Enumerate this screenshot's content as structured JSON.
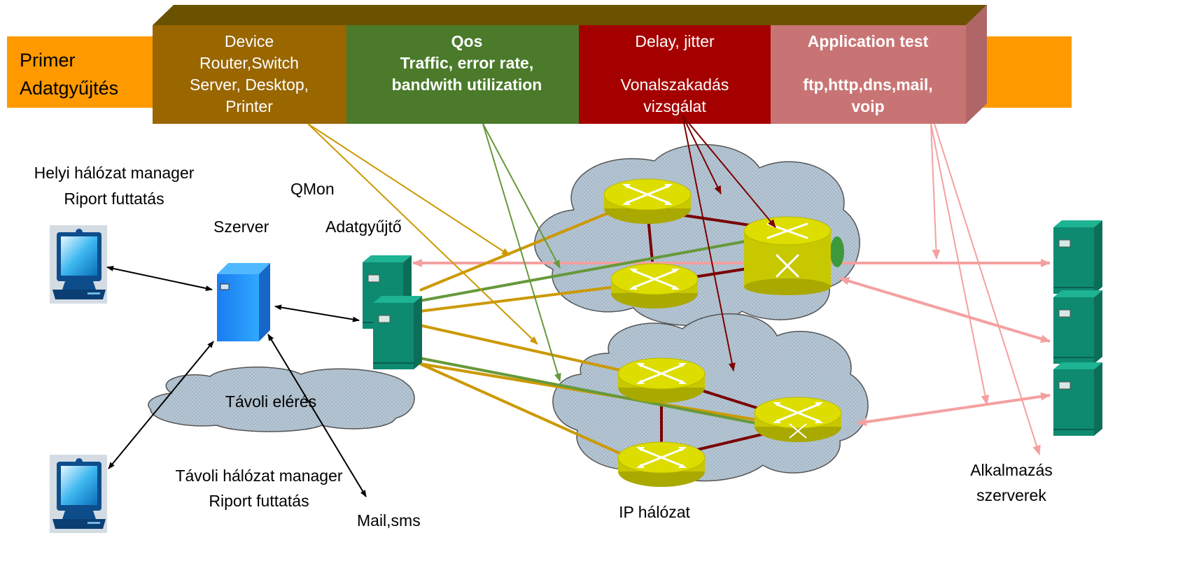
{
  "colors": {
    "orange": "#FF9900",
    "device": "#996600",
    "qos": "#4A7A2A",
    "delay": "#A50000",
    "app": "#D47A7A",
    "gold_link": "#CC9900",
    "green_link": "#66993A",
    "dark_red_link": "#7A0000",
    "pink_link": "#F5A0A0",
    "router": "#DDDD00",
    "server_teal": "#109B7E",
    "server_blue": "#1E8EF5"
  },
  "banner": {
    "primer_line1": "Primer",
    "primer_line2": "Adatgyűjtés",
    "device": [
      "Device",
      "Router,Switch",
      "Server, Desktop,",
      "Printer"
    ],
    "qos": [
      "Qos",
      "Traffic, error rate,",
      "bandwith utilization"
    ],
    "delay": [
      "Delay, jitter",
      "",
      "Vonalszakadás",
      "vizsgálat"
    ],
    "app": [
      "Application test",
      "",
      "ftp,http,dns,mail,",
      "voip"
    ]
  },
  "labels": {
    "local_manager_line1": "Helyi hálózat manager",
    "local_manager_line2": "Riport  futtatás",
    "qmon": "QMon",
    "szerver": "Szerver",
    "adatgyujto": "Adatgyűjtő",
    "remote_access": "Távoli elérés",
    "remote_manager_line1": "Távoli hálózat manager",
    "remote_manager_line2": "Riport futtatás",
    "mail_sms": "Mail,sms",
    "ip_network": "IP hálózat",
    "app_servers_line1": "Alkalmazás",
    "app_servers_line2": "szerverek"
  },
  "icons": {
    "desktop": "desktop-computer-icon",
    "qmon_server": "blue-server-icon",
    "collector": "teal-server-icon",
    "router": "router-icon",
    "switch": "switch-icon",
    "cloud": "cloud-icon",
    "app_server": "teal-server-icon"
  }
}
